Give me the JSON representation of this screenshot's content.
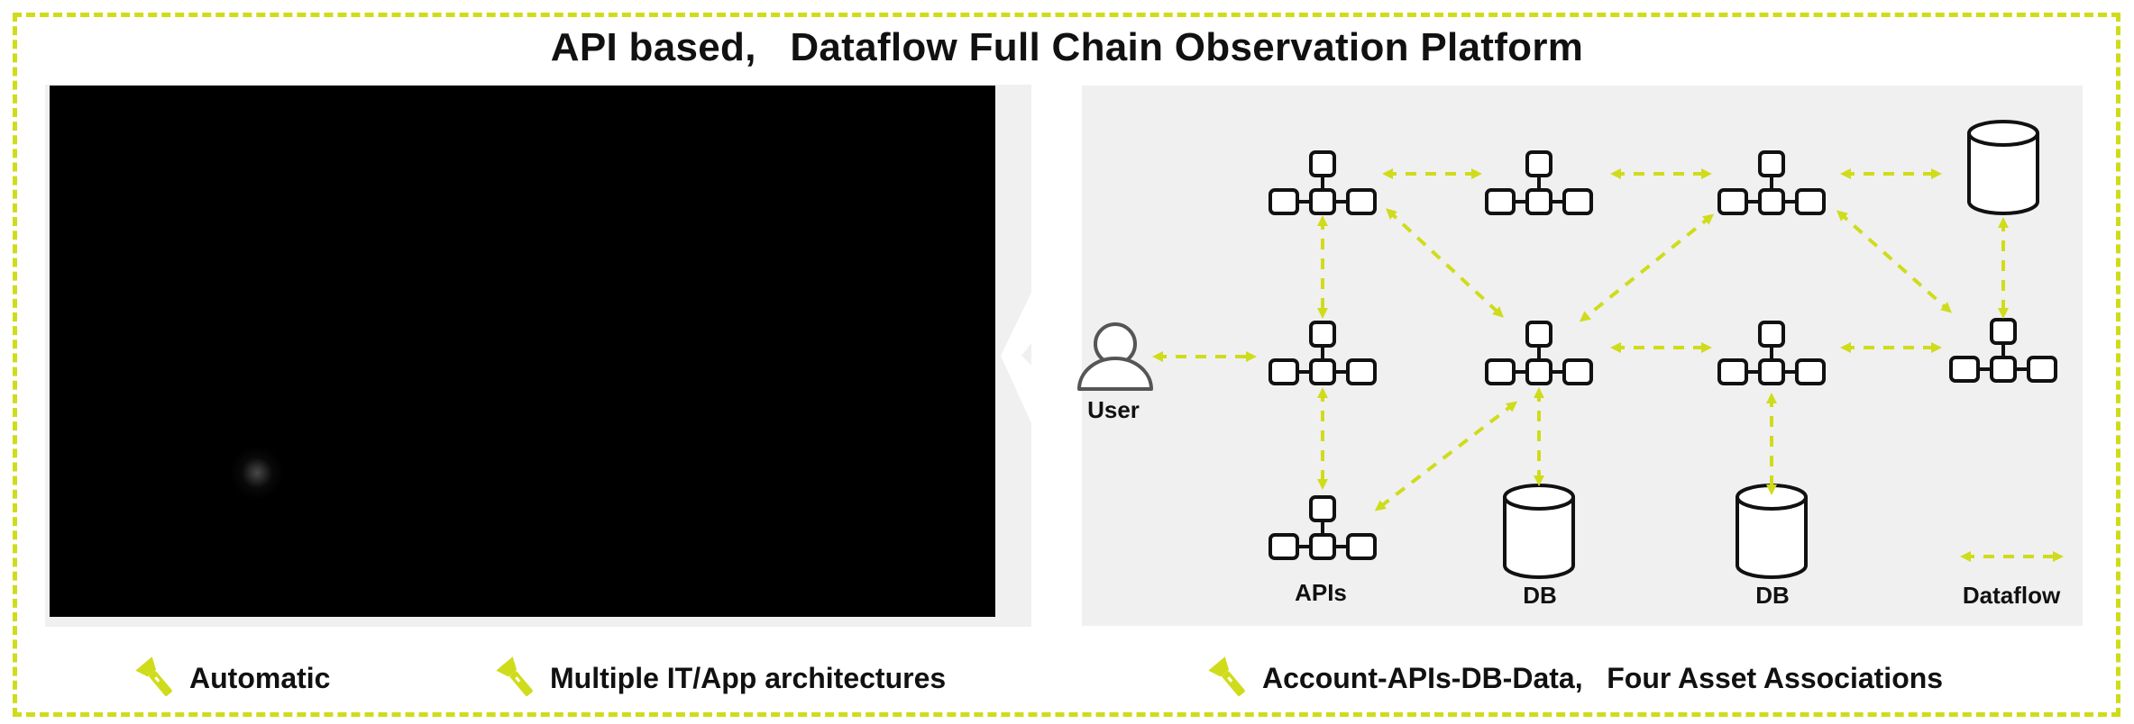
{
  "title": "API based,   Dataflow Full Chain Observation Platform",
  "diagram": {
    "user_label": "User",
    "apis_label": "APIs",
    "db_labels": [
      "DB",
      "DB"
    ],
    "legend_label": "Dataflow",
    "accent_color": "#cfdc1b"
  },
  "features": [
    {
      "icon": "flashlight-icon",
      "label": "Automatic"
    },
    {
      "icon": "flashlight-icon",
      "label": "Multiple IT/App architectures"
    },
    {
      "icon": "flashlight-icon",
      "label": "Account-APIs-DB-Data,   Four Asset Associations"
    }
  ]
}
